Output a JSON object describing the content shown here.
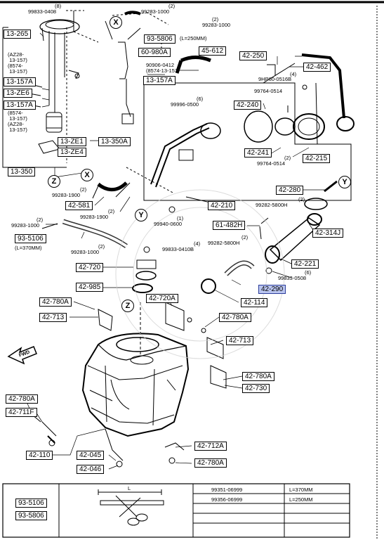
{
  "callouts": {
    "c_13_265": "13-265",
    "c_13_157a_1": "13-157A",
    "c_13_ze6": "13-ZE6",
    "c_13_157a_2": "13-157A",
    "c_13_ze1": "13-ZE1",
    "c_13_ze4": "13-ZE4",
    "c_13_350a": "13-350A",
    "c_13_350": "13-350",
    "c_93_5806_top": "93-5806",
    "c_60_980a": "60-980A",
    "c_45_612": "45-612",
    "c_13_157a_3": "13-157A",
    "c_42_250": "42-250",
    "c_42_462": "42-462",
    "c_42_240": "42-240",
    "c_42_241": "42-241",
    "c_42_215": "42-215",
    "c_42_581": "42-581",
    "c_42_210": "42-210",
    "c_42_280": "42-280",
    "c_61_482h": "61-482H",
    "c_42_314j": "42-314J",
    "c_93_5106": "93-5106",
    "c_42_221": "42-221",
    "c_42_720": "42-720",
    "c_42_985": "42-985",
    "c_42_290": "42-290",
    "c_42_114": "42-114",
    "c_42_780a_1": "42-780A",
    "c_42_713_1": "42-713",
    "c_42_720a": "42-720A",
    "c_42_780a_2": "42-780A",
    "c_42_713_2": "42-713",
    "c_42_780a_3": "42-780A",
    "c_42_730": "42-730",
    "c_42_780a_4": "42-780A",
    "c_42_711f": "42-711F",
    "c_42_110": "42-110",
    "c_42_045": "42-045",
    "c_42_046": "42-046",
    "c_42_712a": "42-712A",
    "c_42_780a_5": "42-780A"
  },
  "notes": {
    "n1_qty": "(8)",
    "n1_part": "99833-0408",
    "n2_qty": "(2)",
    "n2_part": "99283-1000",
    "n3_qty": "(2)",
    "n3_part": "99283-1000",
    "n4_len": "(L=250MM)",
    "n5_part": "90906-0412",
    "n5_cond": "(8574-13-157)",
    "n6_cond": "(AZ28-\n 13-157)\n(8574-\n 13-157)",
    "n7_cond": "(8574-\n 13-157)\n(AZ28-\n 13-157)",
    "n8_qty": "(4)",
    "n8_part": "9HP60-0516B",
    "n9_part": "99764-0514",
    "n10_qty": "(6)",
    "n10_part": "99996-0500",
    "n11_qty": "(2)",
    "n11_part": "99764-0514",
    "n12_qty": "(2)",
    "n12_part": "99283-1900",
    "n13_qty": "(2)",
    "n13_part": "99283-1900",
    "n14_qty": "(2)",
    "n14_part": "99283-1000",
    "n15_qty": "(1)",
    "n15_part": "99940-0600",
    "n16_qty": "(2)",
    "n16_part": "99282-5800H",
    "n17_len": "(L=370MM)",
    "n18_qty": "(2)",
    "n18_part": "99283-1000",
    "n19_qty": "(4)",
    "n19_part": "99833-0410B",
    "n20_qty": "(2)",
    "n20_part": "99282-5800H",
    "n21_qty": "(6)",
    "n21_part": "99833-0508",
    "fwd": "FWD"
  },
  "markers": {
    "x": "X",
    "z": "Z",
    "y": "Y"
  },
  "table": {
    "dim_label": "L",
    "rows": [
      {
        "part": "93-5106",
        "number": "99351-06999",
        "length": "L=370MM"
      },
      {
        "part": "93-5806",
        "number": "99356-06999",
        "length": "L=250MM"
      }
    ]
  }
}
